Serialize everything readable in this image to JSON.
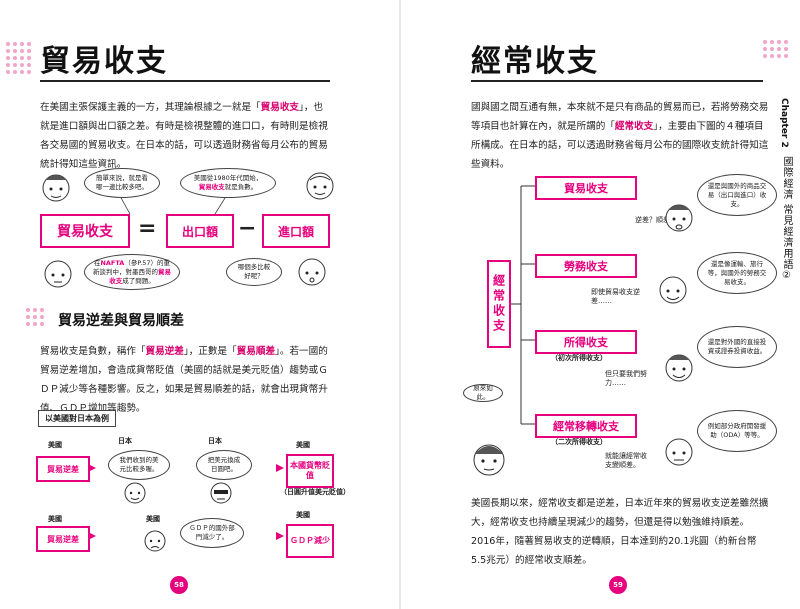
{
  "left": {
    "title": "貿易收支",
    "para1": [
      "在美國主張保護主義的一方，其理論根據之一就是「",
      "貿易收支",
      "」，也就是進口額與出口額之差。有時是檢視整體的進口口，有時則是檢視各交易國的貿易收支。在日本的話，可以透過財務省每月公布的貿易統計得知這些資訊。"
    ],
    "bubble_a": "簡單來說，就是看哪一邊比較多吧。",
    "bubble_b": [
      "美國從1980年代開始，",
      "貿易收支",
      "就是負數。"
    ],
    "equation": {
      "lhs": "貿易收支",
      "eq": "=",
      "export": "出口額",
      "minus": "−",
      "import": "進口額"
    },
    "bubble_c": [
      "在",
      "NAFTA",
      "（參P.57）的重新談判中，對墨西哥的",
      "貿易收支",
      "成了問題。"
    ],
    "bubble_d": "哪個多比較好呢？",
    "subheading": "貿易逆差與貿易順差",
    "para2": [
      "貿易收支是負數，稱作「",
      "貿易逆差",
      "」，正數是「",
      "貿易順差",
      "」。若一國的貿易逆差增加，會造成貨幣貶值（美國的話就是美元貶值）趨勢或ＧＤＰ減少等各種影響。反之，如果是貿易順差的話，就會出現貨幣升值、ＧＤＰ增加等趨勢。"
    ],
    "example_label": "以美國對日本為例",
    "row1": {
      "us_label": "美國",
      "deficit": "貿易逆差",
      "jp_label": "日本",
      "jp_bubble": "我們收到的美元比較多喔。",
      "jp2_label": "日本",
      "jp2_bubble": "把美元換成日圓吧。",
      "us2_label": "美國",
      "result": "本國貨幣貶值",
      "note": "（日圓升值美元貶值）"
    },
    "row2": {
      "us_label": "美國",
      "deficit": "貿易逆差",
      "us3_label": "美國",
      "bubble": "ＧＤＰ的國外部門減少了。",
      "us4_label": "美國",
      "result": "ＧＤＰ減少"
    },
    "page_number": "58"
  },
  "right": {
    "title": "經常收支",
    "para1": [
      "國與國之間互通有無，本來就不是只有商品的貿易而已，若將勞務交易等項目也計算在內，就是所謂的「",
      "經常收支",
      "」，主要由下圖的４種項目所構成。在日本的話，可以透過財務省每月公布的國際收支統計得知這些資料。"
    ],
    "root": "經常收支",
    "items": [
      {
        "name": "貿易收支",
        "sub": "",
        "bubble": "還是與國外的商品交易（出口與進口）收支。",
        "note": "逆差？順差？"
      },
      {
        "name": "勞務收支",
        "sub": "",
        "bubble": "還是像運輸、旅行等，與國外的勞務交易收支。",
        "note": "即使貿易收支逆差……"
      },
      {
        "name": "所得收支",
        "sub": "（初次所得收支）",
        "bubble": "還是對外國的直接投資或證券投資收益。",
        "note": "但只要我們努力……"
      },
      {
        "name": "經常移轉收支",
        "sub": "（二次所得收支）",
        "bubble": "例如部分政府開發援助（ODA）等等。",
        "note": "就能讓經常收支變順差。"
      }
    ],
    "side_note": "原來如此。",
    "para2": "美國長期以來，經常收支都是逆差，日本近年來的貿易收支逆差雖然擴大，經常收支也持續呈現減少的趨勢，但還是得以勉強維持順差。2016年，隨著貿易收支的逆轉順，日本達到約20.1兆圓（約新台幣5.5兆元）的經常收支順差。",
    "page_number": "59",
    "tab": {
      "chapter": "Chapter 2",
      "title": "國際經濟 常見經濟用語②"
    }
  },
  "colors": {
    "accent": "#e6007e",
    "dot": "#f1a5c9"
  }
}
